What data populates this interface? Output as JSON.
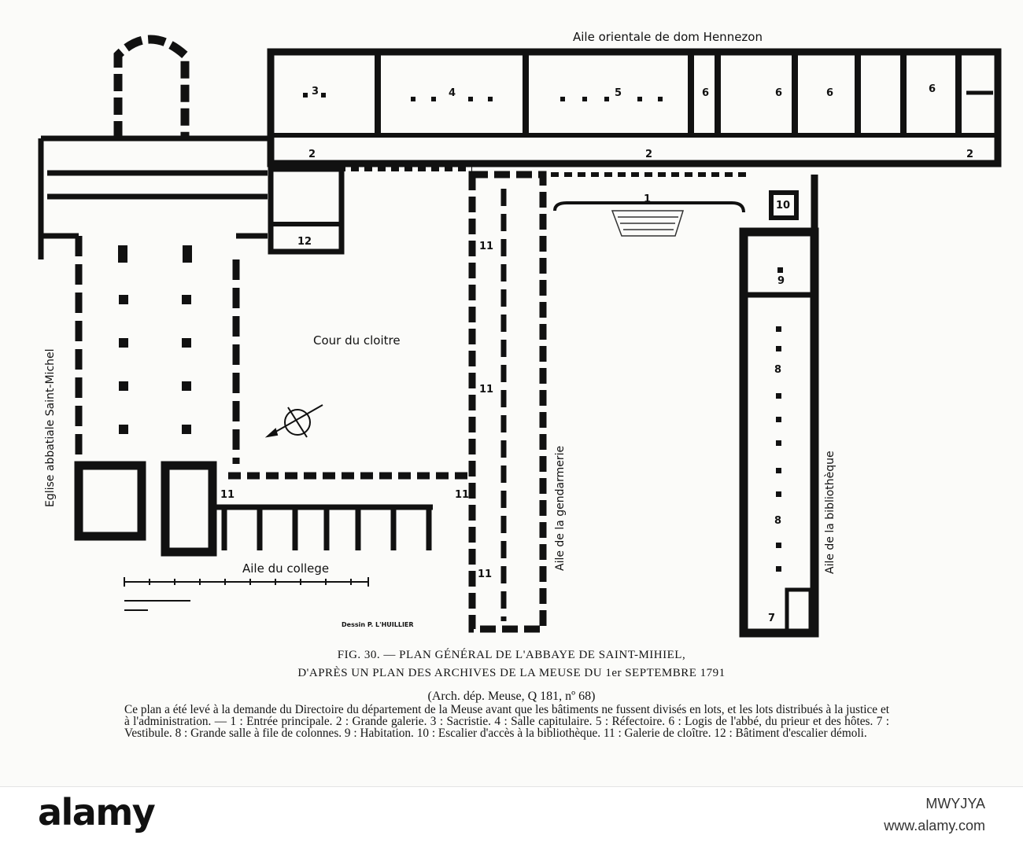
{
  "wing_labels": {
    "east_wing": "Aile orientale de dom Hennezon",
    "church": "Eglise abbatiale Saint-Michel",
    "courtyard": "Cour du cloitre",
    "college": "Aile du college",
    "gendarmerie": "Aile de la gendarmerie",
    "library": "Aile de la bibliothèque"
  },
  "room_numbers": [
    "1",
    "2",
    "3",
    "4",
    "5",
    "6",
    "7",
    "8",
    "9",
    "10",
    "11",
    "12"
  ],
  "drawing_credit": "Dessin P. L'HUILLIER",
  "caption": {
    "line1": "FIG. 30. — PLAN GÉNÉRAL DE L'ABBAYE DE SAINT-MIHIEL,",
    "line2": "D'APRÈS UN PLAN DES ARCHIVES DE LA MEUSE DU 1er SEPTEMBRE 1791",
    "source": "(Arch. dép. Meuse, Q 181, nº 68)",
    "description": "Ce plan a été levé à la demande du Directoire du département de la Meuse avant que les bâtiments ne fussent divisés en lots, et les lots distribués à la justice et à l'administration. — 1 : Entrée principale. 2 : Grande galerie. 3 : Sacristie. 4 : Salle capitulaire. 5 : Réfectoire. 6 : Logis de l'abbé, du prieur et des hôtes. 7 : Vestibule. 8 : Grande salle à file de colonnes. 9 : Habitation. 10 : Escalier d'accès à la bibliothèque. 11 : Galerie de cloître. 12 : Bâtiment d'escalier démoli."
  },
  "watermark": {
    "logo": "alamy",
    "image_id": "MWYJYA",
    "url": "www.alamy.com"
  },
  "colors": {
    "ink": "#111111",
    "paper": "#fbfbf9"
  }
}
